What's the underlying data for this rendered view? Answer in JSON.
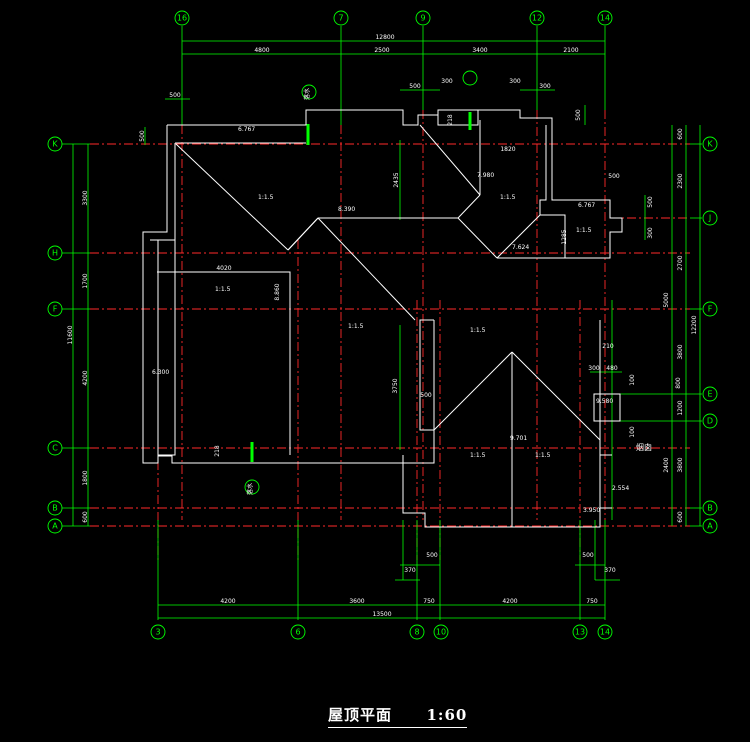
{
  "title": "屋顶平面",
  "scale": "1:60",
  "axes_top": [
    "16",
    "7",
    "9",
    "12",
    "14"
  ],
  "axes_bottom": [
    "3",
    "6",
    "8",
    "10",
    "13",
    "14"
  ],
  "axes_left": [
    "K",
    "H",
    "F",
    "C",
    "B",
    "A"
  ],
  "axes_right": [
    "K",
    "J",
    "F",
    "E",
    "D",
    "B",
    "A"
  ],
  "dims_top_total": "12800",
  "dims_top": [
    "4800",
    "2500",
    "3400",
    "2100"
  ],
  "dims_top_small": [
    "500",
    "500",
    "300",
    "300",
    "500"
  ],
  "dims_bottom": [
    "4200",
    "3600",
    "750",
    "4200",
    "750"
  ],
  "dims_bottom_total": "13500",
  "dims_bottom_small": [
    "370",
    "500",
    "500",
    "370"
  ],
  "dims_left": [
    "3300",
    "1700",
    "4200",
    "1800",
    "600"
  ],
  "dims_left_total": "11600",
  "dims_left_small": "500",
  "dims_right_a": [
    "600",
    "2300",
    "2700",
    "1200",
    "800",
    "2400",
    "600"
  ],
  "dims_right_b": [
    "5000",
    "3800",
    "3800"
  ],
  "dims_right_total": "12200",
  "dims_right_small": [
    "500",
    "500",
    "300",
    "100",
    "100",
    "300",
    "480",
    "210"
  ],
  "elevations": [
    "6.767",
    "8.390",
    "7.980",
    "7.624",
    "6.767",
    "6.300",
    "9.580",
    "9.701",
    "2.554",
    "3.950"
  ],
  "slopes": [
    "1:1.5",
    "1:1.5",
    "1:1.5",
    "1:1.5",
    "1:1.5",
    "1:1.5",
    "1:1.5",
    "1:1.5"
  ],
  "inner_dims": [
    "1820",
    "2435",
    "1285",
    "4020",
    "8.860",
    "3750",
    "500",
    "218",
    "218"
  ],
  "notes": [
    "烟囱"
  ],
  "drain_labels": [
    "落水",
    "落水"
  ]
}
